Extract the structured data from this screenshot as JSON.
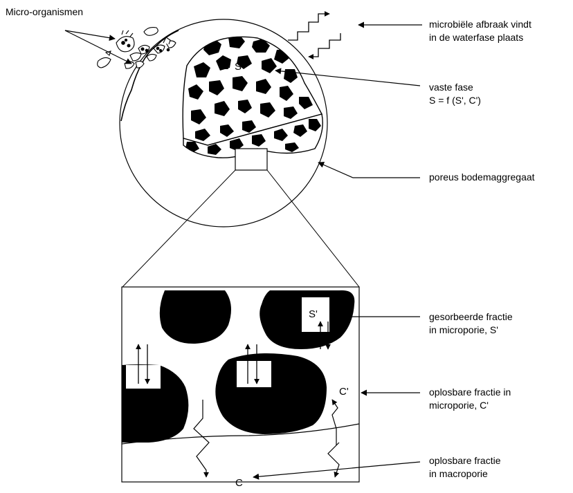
{
  "labels": {
    "micro_organisms": "Micro-organismen",
    "breakdown_line1": "microbiële afbraak vindt",
    "breakdown_line2": "in de waterfase plaats",
    "solid_phase_line1": "vaste fase",
    "solid_phase_line2": "S = f (S', C')",
    "porous_aggregate": "poreus bodemaggregaat",
    "sorbed_line1": "gesorbeerde fractie",
    "sorbed_line2": "in microporie, S'",
    "soluble_micro_line1": "oplosbare fractie in",
    "soluble_micro_line2": "microporie, C'",
    "soluble_macro_line1": "oplosbare fractie",
    "soluble_macro_line2": "in macroporie"
  },
  "symbols": {
    "s": "S",
    "s_prime": "S'",
    "c_prime": "C'",
    "c": "C"
  },
  "colors": {
    "ink": "#000000",
    "paper": "#ffffff"
  }
}
